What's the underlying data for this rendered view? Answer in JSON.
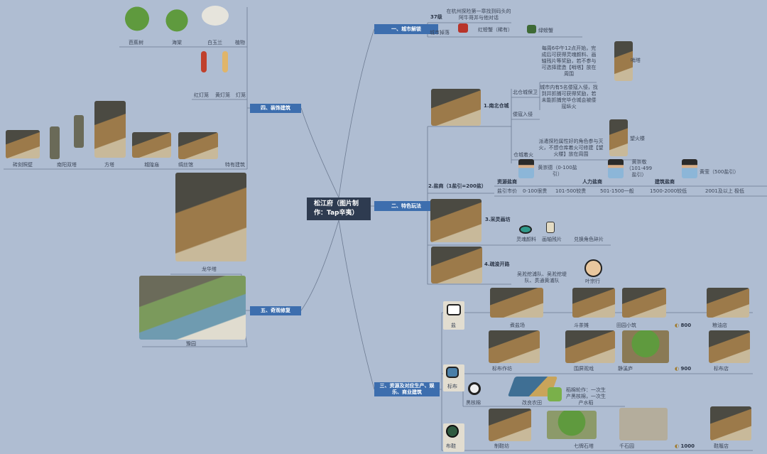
{
  "root": {
    "title": "松江府（图片制作：Tap辛夷）"
  },
  "branches": {
    "b1": "一、城市解锁",
    "b2": "二、特色玩法",
    "b3": "三、资源及对应生产、娱乐、商业建筑",
    "b4": "四、装饰建筑",
    "b5": "五、奇观修复"
  },
  "unlock": {
    "level": "37级",
    "level_desc": "在杭州探险第一章找到码头的阿牛哥并与他对话",
    "drop_label": "城市掉落",
    "red_crab": "红螃蟹（稀有）",
    "green_crab": "绿螃蟹"
  },
  "play": {
    "granary": {
      "title": "1.南北仓城",
      "defend": "北仓城保卫",
      "defend_desc": "每周6中午12点开始，完成后可获得灵魂颜料、画轴残片等奖励，若不参与可选择建造【哨塔】放在周围",
      "sentry": "哨塔",
      "invade": "倭寇入侵",
      "invade_desc": "城市内有5名倭寇入侵，找到并抓捕可获得奖励，若未能抓捕完毕仓城会被倭寇纵火",
      "fire": "仓城着火",
      "fire_desc": "派遣探险属性好的角色参与灭火，不想仓库着火可修建【望火楼】放在周围",
      "watchtower": "望火楼"
    },
    "salt": {
      "title": "2.盐商（1盐引=200盐）",
      "types": [
        "资源盐商",
        "人力盐商",
        "建筑盐商"
      ],
      "merchants": [
        "黄崇德（0-100盐引）",
        "黄崇敬（101-499盐引）",
        "黄莹（500盐引）"
      ],
      "price_label": "盐引市价",
      "prices": [
        "0-100很贵",
        "101-500较贵",
        "501-1500一般",
        "1500-2000较低",
        "2001及以上 极低"
      ]
    },
    "paint": {
      "title": "3.采灵画坊",
      "items": [
        "灵魂颜料",
        "画轴残片",
        "兑换角色碎片"
      ]
    },
    "dredge": {
      "title": "4.疏浚开路",
      "desc": "吴淞挖浦队、吴淞挖堤队、贯通黄浦队",
      "person": "叶宗行"
    }
  },
  "resources": {
    "rows": [
      {
        "res": "盐",
        "items": [
          "煮盐场",
          "斗茶摊",
          "田园小筑"
        ],
        "cost": "800",
        "shop": "粮油店"
      },
      {
        "res": "标布",
        "items": [
          "标布作坊",
          "围屏观戏",
          "静溪庐"
        ],
        "cost": "900",
        "shop": "标布店"
      },
      {
        "res": "布鞋",
        "items": [
          "制鞋坊",
          "七牌石塔",
          "千石园"
        ],
        "cost": "1000",
        "shop": "鞋履店"
      }
    ],
    "cotton": {
      "res": "黑核棉",
      "farm": "改良农田",
      "desc": "稻棉轮作：一次生产黑核棉，一次生产水稻"
    }
  },
  "decor": {
    "plants": [
      "芭蕉树",
      "海棠",
      "白玉兰"
    ],
    "plants_label": "植物",
    "lanterns": [
      "红灯笼",
      "黄灯笼"
    ],
    "lanterns_label": "灯笼",
    "special": [
      "砖刻照壁",
      "南阳双塔",
      "方塔",
      "城隍庙",
      "绸丝馆"
    ],
    "special_label": "特有建筑"
  },
  "wonders": {
    "items": [
      "龙华塔",
      "豫园"
    ]
  }
}
